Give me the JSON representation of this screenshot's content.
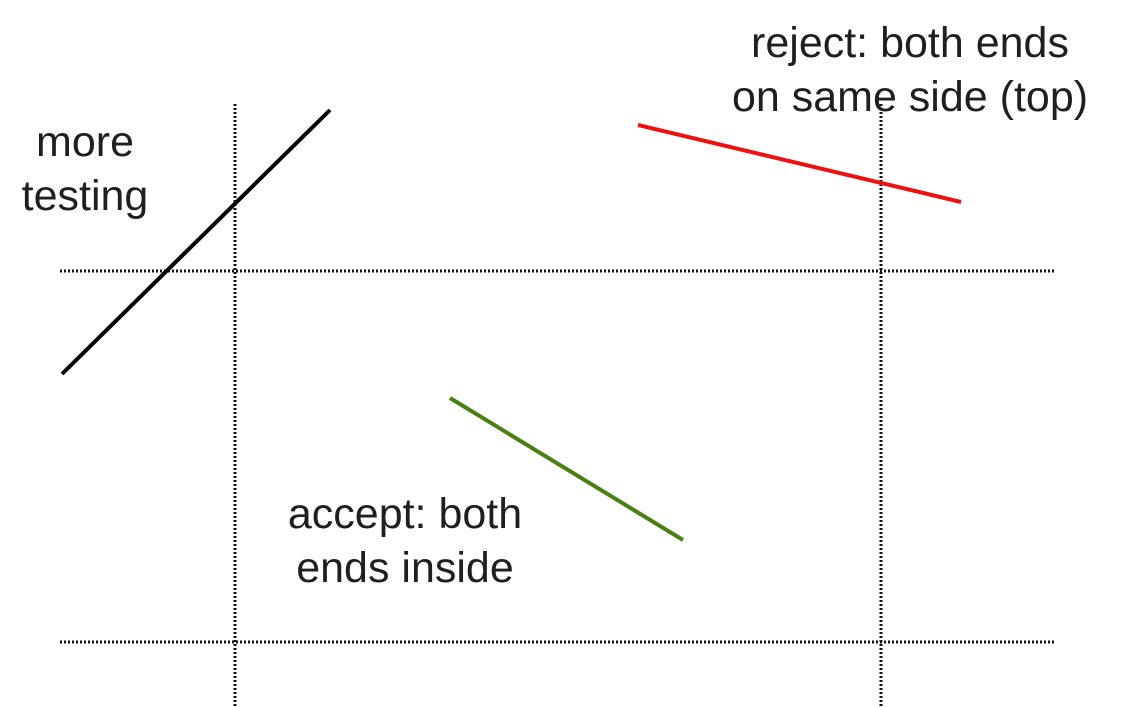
{
  "diagram": {
    "labels": {
      "reject": [
        "reject: both ends",
        "on same side (top)"
      ],
      "more_testing": [
        "more",
        "testing"
      ],
      "accept": [
        "accept: both",
        "ends inside"
      ]
    },
    "colors": {
      "clip_boundary": "#111111",
      "reject_segment": "#ee1111",
      "more_testing_segment": "#000000",
      "accept_segment": "#4a7f12"
    }
  }
}
